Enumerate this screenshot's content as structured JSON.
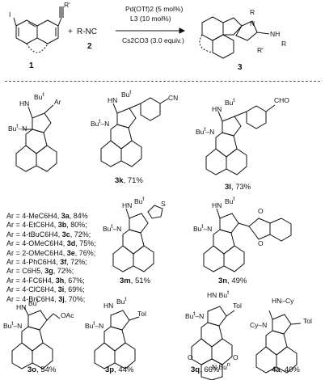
{
  "scheme": {
    "reactant_1_label": "1",
    "reactant_2": "R-NC",
    "reactant_2_label": "2",
    "plus": "+",
    "catalyst": "Pd(OTf)2 (5 mol%)",
    "ligand": "L3 (10 mol%)",
    "base": "Cs2CO3 (3.0 equiv.)",
    "product_label": "3",
    "atoms": {
      "iodine": "I",
      "r_prime": "R'",
      "r_n": "R",
      "nh": "NH",
      "n": "N"
    }
  },
  "compounds": [
    {
      "id": "3k",
      "yield": "71%",
      "substituent": "CN"
    },
    {
      "id": "3l",
      "yield": "73%",
      "substituent": "CHO"
    },
    {
      "id": "3m",
      "yield": "51%",
      "substituent": "S"
    },
    {
      "id": "3n",
      "yield": "49%",
      "substituent": "O"
    },
    {
      "id": "3o",
      "yield": "54%",
      "substituent": "OAc"
    },
    {
      "id": "3p",
      "yield": "44%",
      "substituent": "Tol"
    },
    {
      "id": "3q",
      "yield": "66%",
      "substituent": "Tol"
    },
    {
      "id": "4a",
      "yield": "40%",
      "substituent": "Tol"
    }
  ],
  "ar_series": [
    {
      "ar": "Ar = 4-MeC6H4, ",
      "id": "3a",
      "yield": ", 84%"
    },
    {
      "ar": "Ar = 4-EtC6H4, ",
      "id": "3b",
      "yield": ", 80%;"
    },
    {
      "ar": "Ar = 4-tBuC6H4, ",
      "id": "3c",
      "yield": ", 72%;"
    },
    {
      "ar": "Ar = 4-OMeC6H4, ",
      "id": "3d",
      "yield": ", 75%;"
    },
    {
      "ar": "Ar = 2-OMeC6H4, ",
      "id": "3e",
      "yield": ", 76%;"
    },
    {
      "ar": "Ar = 4-PhC6H4, ",
      "id": "3f",
      "yield": ", 72%;"
    },
    {
      "ar": "Ar = C6H5, ",
      "id": "3g",
      "yield": ", 72%;"
    },
    {
      "ar": "Ar = 4-FC6H4, ",
      "id": "3h",
      "yield": ", 67%;"
    },
    {
      "ar": "Ar = 4-ClC6H4, ",
      "id": "3i",
      "yield": ", 69%;"
    },
    {
      "ar": "Ar = 4-BrC6H4, ",
      "id": "3j",
      "yield": ", 70%;"
    }
  ],
  "labels": {
    "but": "Bu",
    "t": "t",
    "n_super": "n",
    "hn": "HN",
    "n": "N",
    "ar": "Ar",
    "cy": "Cy",
    "o": "O",
    "ome_tol": "Tol",
    "bu_n": "Bu"
  }
}
